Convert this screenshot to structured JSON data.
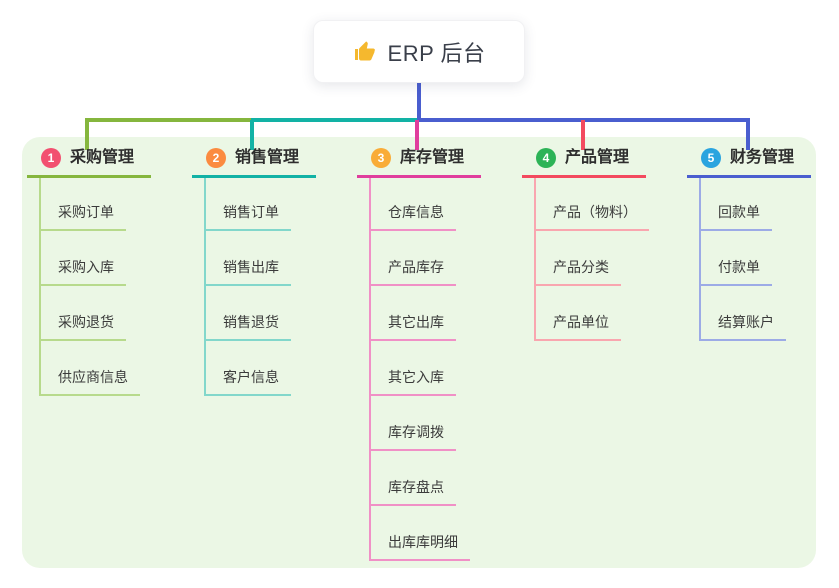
{
  "root": {
    "icon": "thumbs-up",
    "title": "ERP 后台"
  },
  "colors": {
    "panel_bg": "#ebf7e5",
    "root_line": "#4a5ecf",
    "title_text": "#3a3f4a"
  },
  "branches": [
    {
      "num": "1",
      "label": "采购管理",
      "colors": {
        "circle": "#f25070",
        "line": "#85b63d",
        "light": "#b7da8c"
      },
      "items": [
        "采购订单",
        "采购入库",
        "采购退货",
        "供应商信息"
      ]
    },
    {
      "num": "2",
      "label": "销售管理",
      "colors": {
        "circle": "#fb8b40",
        "line": "#12b2a5",
        "light": "#82d7cb"
      },
      "items": [
        "销售订单",
        "销售出库",
        "销售退货",
        "客户信息"
      ]
    },
    {
      "num": "3",
      "label": "库存管理",
      "colors": {
        "circle": "#f9ac38",
        "line": "#e03e9d",
        "light": "#f090c6"
      },
      "items": [
        "仓库信息",
        "产品库存",
        "其它出库",
        "其它入库",
        "库存调拨",
        "库存盘点",
        "出库库明细"
      ]
    },
    {
      "num": "4",
      "label": "产品管理",
      "colors": {
        "circle": "#2db357",
        "line": "#f34a5f",
        "light": "#f9a6af"
      },
      "items": [
        "产品（物料）",
        "产品分类",
        "产品单位"
      ]
    },
    {
      "num": "5",
      "label": "财务管理",
      "colors": {
        "circle": "#2aa4df",
        "line": "#4a5ecf",
        "light": "#9cabe6"
      },
      "items": [
        "回款单",
        "付款单",
        "结算账户"
      ]
    }
  ]
}
